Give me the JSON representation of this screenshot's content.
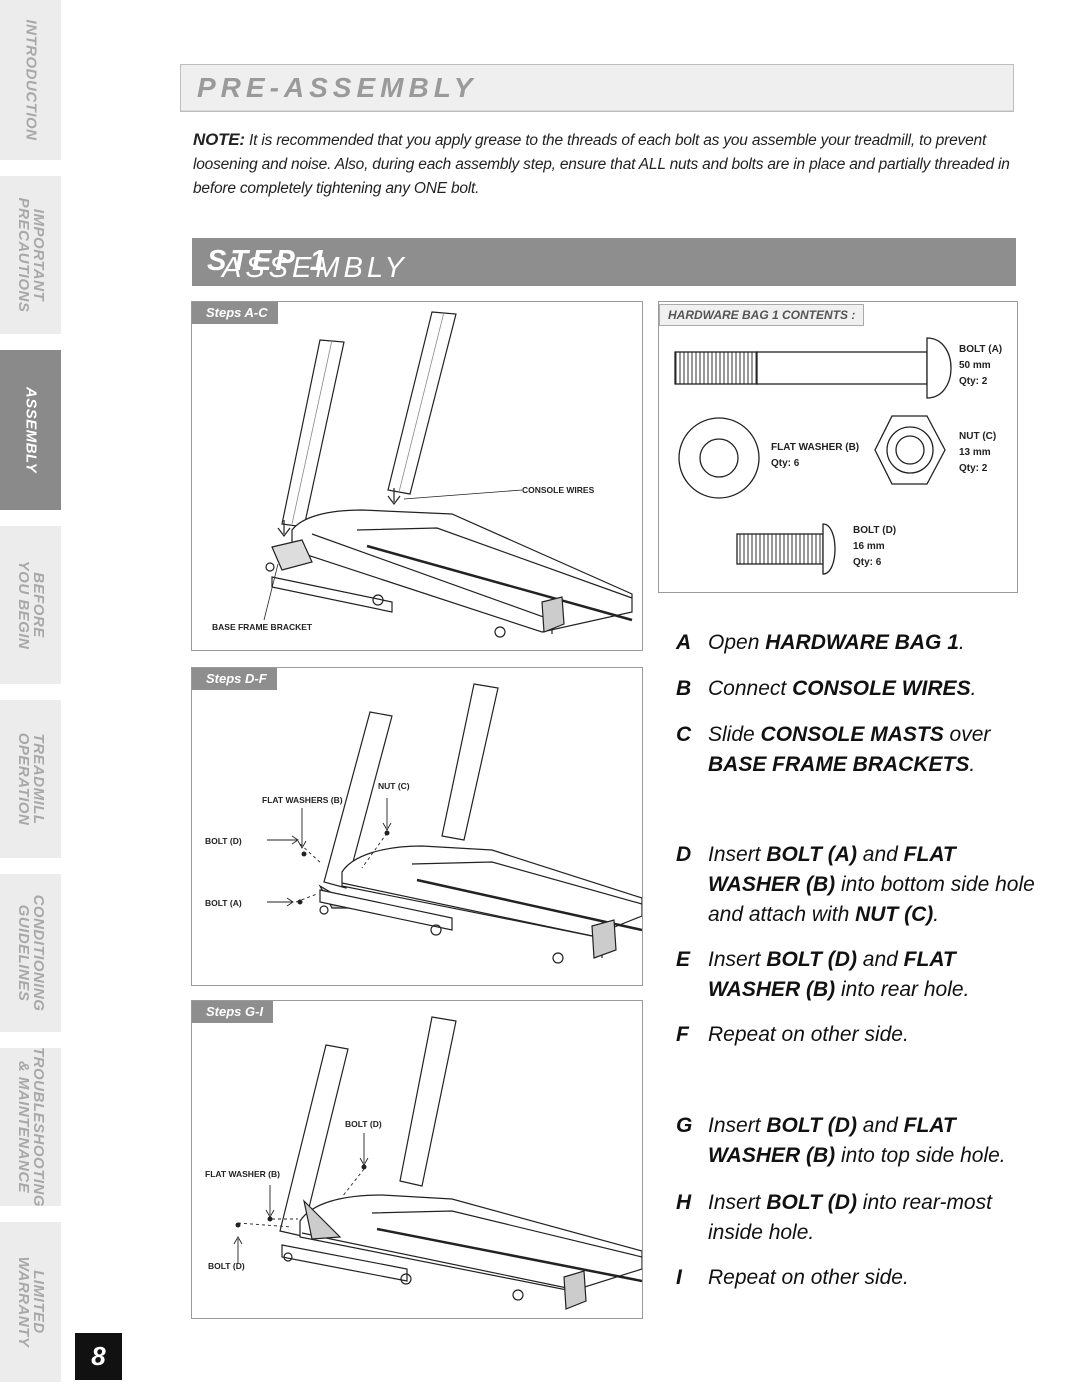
{
  "side_tabs": [
    {
      "label": "INTRODUCTION",
      "active": false
    },
    {
      "label": "IMPORTANT\nPRECAUTIONS",
      "active": false
    },
    {
      "label": "ASSEMBLY",
      "active": true
    },
    {
      "label": "BEFORE\nYOU BEGIN",
      "active": false
    },
    {
      "label": "TREADMILL\nOPERATION",
      "active": false
    },
    {
      "label": "CONDITIONING\nGUIDELINES",
      "active": false
    },
    {
      "label": "TROUBLESHOOTING\n& MAINTENANCE",
      "active": false
    },
    {
      "label": "LIMITED\nWARRANTY",
      "active": false
    }
  ],
  "page_number": "8",
  "pre_assembly": {
    "title": "PRE-ASSEMBLY",
    "note_label": "NOTE:",
    "note_text": "It is recommended that you apply grease to the threads of each bolt as you assemble your treadmill, to prevent loosening and noise. Also, during each assembly step, ensure that ALL nuts and bolts are in place and partially threaded in before completely tightening any ONE bolt."
  },
  "assembly_step": {
    "title_light": "ASSEMBLY",
    "title_bold": "STEP 1"
  },
  "figures": {
    "ac": {
      "tag": "Steps A-C",
      "console_wires": "CONSOLE WIRES",
      "base_frame_bracket": "BASE FRAME BRACKET"
    },
    "df": {
      "tag": "Steps D-F",
      "flat_washers": "FLAT WASHERS (B)",
      "nut": "NUT (C)",
      "bolt_d": "BOLT (D)",
      "bolt_a": "BOLT (A)"
    },
    "gi": {
      "tag": "Steps G-I",
      "bolt_d_top": "BOLT (D)",
      "flat_washer": "FLAT WASHER (B)",
      "bolt_d_bottom": "BOLT (D)"
    }
  },
  "hardware_bag": {
    "title": "HARDWARE BAG 1 CONTENTS :",
    "bolt_a": {
      "name": "BOLT (A)",
      "size": "50 mm",
      "qty": "Qty: 2"
    },
    "flat_washer": {
      "name": "FLAT WASHER (B)",
      "qty": "Qty: 6"
    },
    "nut": {
      "name": "NUT (C)",
      "size": "13 mm",
      "qty": "Qty: 2"
    },
    "bolt_d": {
      "name": "BOLT (D)",
      "size": "16 mm",
      "qty": "Qty: 6"
    }
  },
  "steps": [
    {
      "letter": "A",
      "html_parts": [
        [
          "Open ",
          false
        ],
        [
          "HARDWARE BAG 1",
          true
        ],
        [
          ".",
          false
        ]
      ]
    },
    {
      "letter": "B",
      "html_parts": [
        [
          "Connect ",
          false
        ],
        [
          "CONSOLE WIRES",
          true
        ],
        [
          ".",
          false
        ]
      ]
    },
    {
      "letter": "C",
      "html_parts": [
        [
          "Slide ",
          false
        ],
        [
          "CONSOLE MASTS",
          true
        ],
        [
          " over ",
          false
        ],
        [
          "BASE FRAME BRACKETS",
          true
        ],
        [
          ".",
          false
        ]
      ]
    },
    {
      "letter": "D",
      "html_parts": [
        [
          "Insert ",
          false
        ],
        [
          "BOLT (A)",
          true
        ],
        [
          " and ",
          false
        ],
        [
          "FLAT WASHER (B)",
          true
        ],
        [
          " into bottom side hole and attach with ",
          false
        ],
        [
          "NUT (C)",
          true
        ],
        [
          ".",
          false
        ]
      ]
    },
    {
      "letter": "E",
      "html_parts": [
        [
          "Insert ",
          false
        ],
        [
          "BOLT (D)",
          true
        ],
        [
          " and ",
          false
        ],
        [
          "FLAT WASHER (B)",
          true
        ],
        [
          " into rear hole.",
          false
        ]
      ]
    },
    {
      "letter": "F",
      "html_parts": [
        [
          "Repeat on other side.",
          false
        ]
      ]
    },
    {
      "letter": "G",
      "html_parts": [
        [
          "Insert ",
          false
        ],
        [
          "BOLT (D)",
          true
        ],
        [
          " and ",
          false
        ],
        [
          "FLAT WASHER (B)",
          true
        ],
        [
          " into top side hole.",
          false
        ]
      ]
    },
    {
      "letter": "H",
      "html_parts": [
        [
          "Insert ",
          false
        ],
        [
          "BOLT (D)",
          true
        ],
        [
          " into rear-most inside hole.",
          false
        ]
      ]
    },
    {
      "letter": "I",
      "html_parts": [
        [
          "Repeat on other side.",
          false
        ]
      ]
    }
  ]
}
